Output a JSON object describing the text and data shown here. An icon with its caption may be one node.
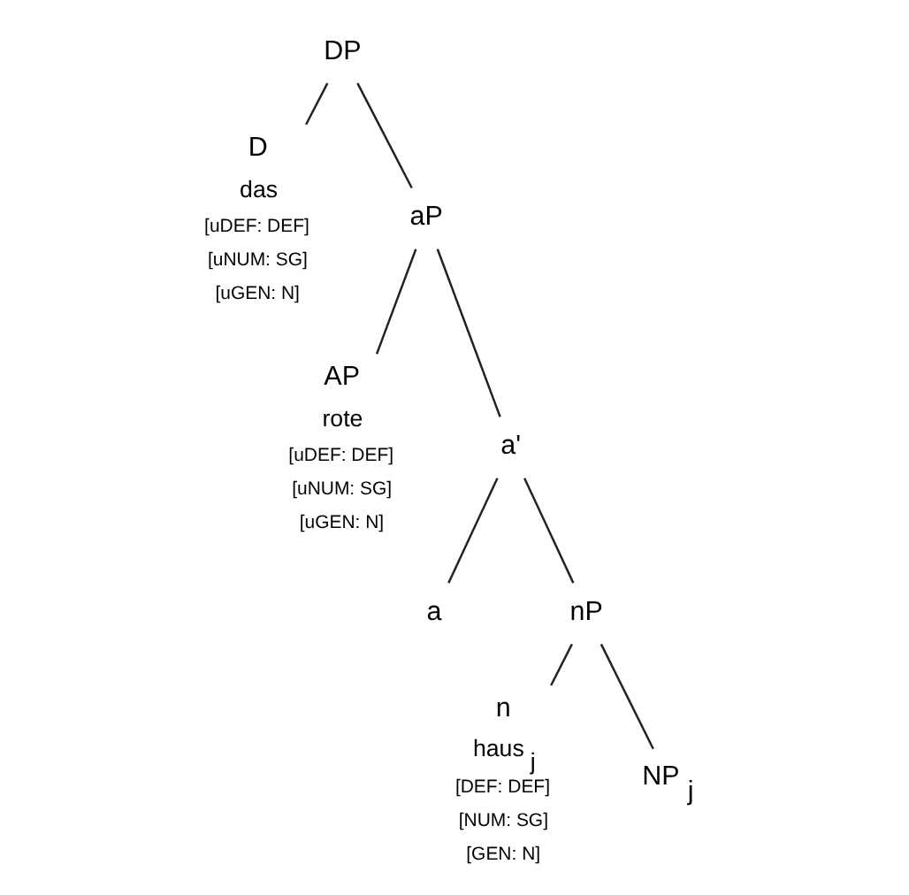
{
  "diagram": {
    "nodes": [
      {
        "text": [
          "DP"
        ]
      },
      {
        "text": [
          "D",
          "das",
          "[uDEF: DEF]",
          "[uNUM: SG]",
          "[uGEN: N]"
        ]
      },
      {
        "text": [
          "aP"
        ]
      },
      {
        "text": [
          "AP",
          "rote",
          "[uDEF: DEF]",
          "[uNUM: SG]",
          "[uGEN: N]"
        ]
      },
      {
        "text": [
          "a'"
        ]
      },
      {
        "text": [
          "a"
        ]
      },
      {
        "text": [
          "nP"
        ]
      },
      {
        "text": [
          "n",
          "haus $_{j}$",
          "[DEF: DEF]",
          "[NUM: SG]",
          "[GEN: N]"
        ]
      },
      {
        "text": [
          "NP $_{j}$"
        ]
      }
    ],
    "edges": [
      {
        "from": 0,
        "to": 1,
        "arrow": "none"
      },
      {
        "from": 0,
        "to": 2,
        "arrow": "none"
      },
      {
        "from": 2,
        "to": 3,
        "arrow": "none"
      },
      {
        "from": 2,
        "to": 4,
        "arrow": "none"
      },
      {
        "from": 4,
        "to": 5,
        "arrow": "none"
      },
      {
        "from": 4,
        "to": 6,
        "arrow": "none"
      },
      {
        "from": 6,
        "to": 7,
        "arrow": "none"
      },
      {
        "from": 6,
        "to": 8,
        "arrow": "none"
      }
    ]
  }
}
